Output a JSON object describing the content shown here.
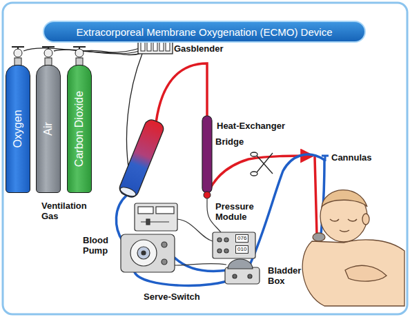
{
  "diagram": {
    "title": "Extracorporeal Membrane Oxygenation (ECMO) Device",
    "nodes": [
      {
        "text": [
          "Oxygen"
        ]
      },
      {
        "text": [
          "Air"
        ]
      },
      {
        "text": [
          "Carbon Dioxide"
        ]
      }
    ],
    "labels": [
      "Gasblender",
      "Ventilation Gas",
      "Heat-Exchanger",
      "Bridge",
      "Cannulas",
      "Pressure Module",
      "Blood Pump",
      "Bladder Box",
      "Serve-Switch",
      "076",
      "010"
    ]
  }
}
